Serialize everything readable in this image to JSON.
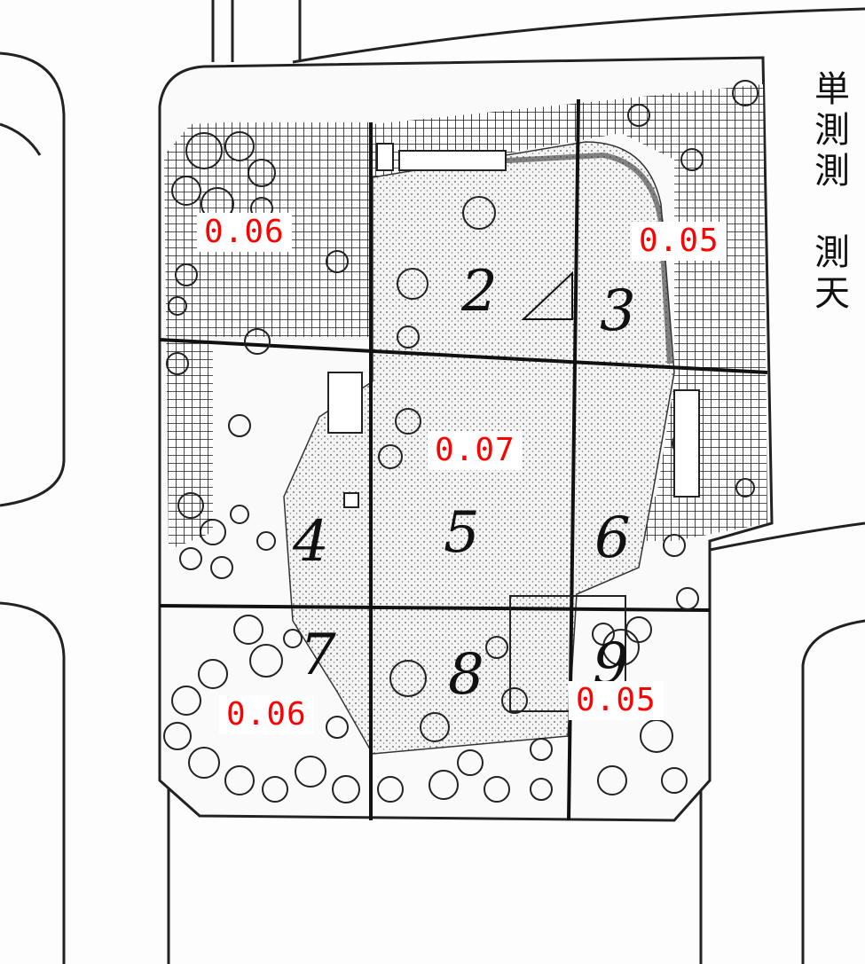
{
  "measurements": [
    {
      "id": "section-1",
      "value": "0.06"
    },
    {
      "id": "section-3",
      "value": "0.05"
    },
    {
      "id": "section-5",
      "value": "0.07"
    },
    {
      "id": "section-7",
      "value": "0.06"
    },
    {
      "id": "section-9",
      "value": "0.05"
    }
  ],
  "section_numbers": [
    "2",
    "3",
    "4",
    "5",
    "6",
    "7",
    "8",
    "9"
  ],
  "side_text_lines": [
    "単",
    "測",
    "測",
    "",
    "測",
    "天"
  ],
  "colors": {
    "label_text": "#ff0000",
    "label_bg": "#ffffff",
    "ink": "#111111"
  }
}
